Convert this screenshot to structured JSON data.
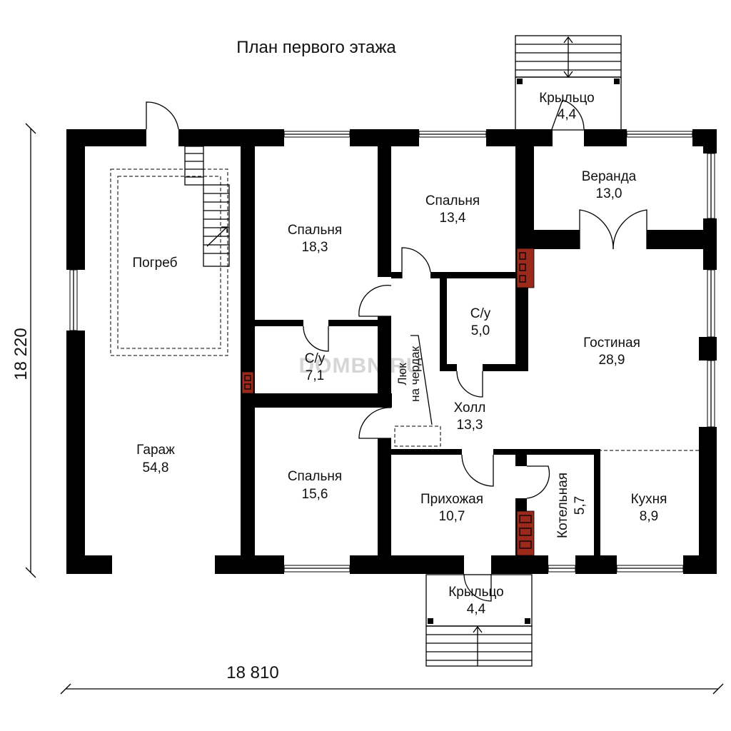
{
  "title": "План первого этажа",
  "watermark": "DOMBN.RU",
  "dimensions": {
    "height": "18 220",
    "width": "18 810"
  },
  "hatch_label": [
    "Люк",
    "на чердак"
  ],
  "rooms": [
    {
      "id": "garage",
      "name": "Гараж",
      "area": "54,8"
    },
    {
      "id": "cellar",
      "name": "Погреб",
      "area": ""
    },
    {
      "id": "bedroom-1",
      "name": "Спальня",
      "area": "18,3"
    },
    {
      "id": "bedroom-2",
      "name": "Спальня",
      "area": "13,4"
    },
    {
      "id": "bedroom-3",
      "name": "Спальня",
      "area": "15,6"
    },
    {
      "id": "bathroom-1",
      "name": "С/у",
      "area": "7,1"
    },
    {
      "id": "bathroom-2",
      "name": "С/у",
      "area": "5,0"
    },
    {
      "id": "veranda",
      "name": "Веранда",
      "area": "13,0"
    },
    {
      "id": "living",
      "name": "Гостиная",
      "area": "28,9"
    },
    {
      "id": "hall",
      "name": "Холл",
      "area": "13,3"
    },
    {
      "id": "entry",
      "name": "Прихожая",
      "area": "10,7"
    },
    {
      "id": "boiler",
      "name": "Котельная",
      "area": "5,7"
    },
    {
      "id": "kitchen",
      "name": "Кухня",
      "area": "8,9"
    },
    {
      "id": "porch-top",
      "name": "Крыльцо",
      "area": "4,4"
    },
    {
      "id": "porch-bottom",
      "name": "Крыльцо",
      "area": "4,4"
    }
  ]
}
